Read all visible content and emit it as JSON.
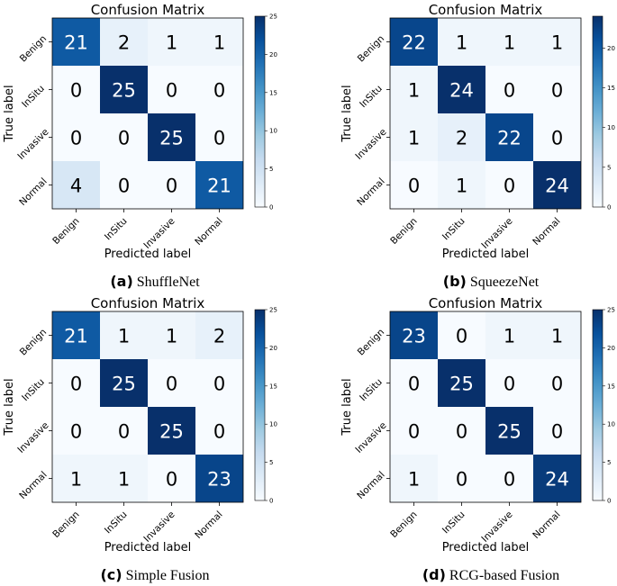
{
  "chart_data": [
    {
      "type": "heatmap",
      "title": "Confusion Matrix",
      "caption_label": "(a)",
      "caption_text": "ShuffleNet",
      "xlabel": "Predicted label",
      "ylabel": "True label",
      "x_categories": [
        "Benign",
        "InSitu",
        "Invasive",
        "Normal"
      ],
      "y_categories": [
        "Benign",
        "InSitu",
        "Invasive",
        "Normal"
      ],
      "values": [
        [
          21,
          2,
          1,
          1
        ],
        [
          0,
          25,
          0,
          0
        ],
        [
          0,
          0,
          25,
          0
        ],
        [
          4,
          0,
          0,
          21
        ]
      ],
      "colorbar_ticks": [
        0,
        5,
        10,
        15,
        20,
        25
      ],
      "vmax": 25
    },
    {
      "type": "heatmap",
      "title": "Confusion Matrix",
      "caption_label": "(b)",
      "caption_text": "SqueezeNet",
      "xlabel": "Predicted label",
      "ylabel": "True label",
      "x_categories": [
        "Benign",
        "InSitu",
        "Invasive",
        "Normal"
      ],
      "y_categories": [
        "Benign",
        "InSitu",
        "Invasive",
        "Normal"
      ],
      "values": [
        [
          22,
          1,
          1,
          1
        ],
        [
          1,
          24,
          0,
          0
        ],
        [
          1,
          2,
          22,
          0
        ],
        [
          0,
          1,
          0,
          24
        ]
      ],
      "colorbar_ticks": [
        0,
        5,
        10,
        15,
        20
      ],
      "vmax": 24
    },
    {
      "type": "heatmap",
      "title": "Confusion Matrix",
      "caption_label": "(c)",
      "caption_text": "Simple Fusion",
      "xlabel": "Predicted label",
      "ylabel": "True label",
      "x_categories": [
        "Benign",
        "InSitu",
        "Invasive",
        "Normal"
      ],
      "y_categories": [
        "Benign",
        "InSitu",
        "Invasive",
        "Normal"
      ],
      "values": [
        [
          21,
          1,
          1,
          2
        ],
        [
          0,
          25,
          0,
          0
        ],
        [
          0,
          0,
          25,
          0
        ],
        [
          1,
          1,
          0,
          23
        ]
      ],
      "colorbar_ticks": [
        0,
        5,
        10,
        15,
        20,
        25
      ],
      "vmax": 25
    },
    {
      "type": "heatmap",
      "title": "Confusion Matrix",
      "caption_label": "(d)",
      "caption_text": "RCG-based Fusion",
      "xlabel": "Predicted label",
      "ylabel": "True label",
      "x_categories": [
        "Benign",
        "InSitu",
        "Invasive",
        "Normal"
      ],
      "y_categories": [
        "Benign",
        "InSitu",
        "Invasive",
        "Normal"
      ],
      "values": [
        [
          23,
          0,
          1,
          1
        ],
        [
          0,
          25,
          0,
          0
        ],
        [
          0,
          0,
          25,
          0
        ],
        [
          1,
          0,
          0,
          24
        ]
      ],
      "colorbar_ticks": [
        0,
        5,
        10,
        15,
        20,
        25
      ],
      "vmax": 25
    }
  ]
}
